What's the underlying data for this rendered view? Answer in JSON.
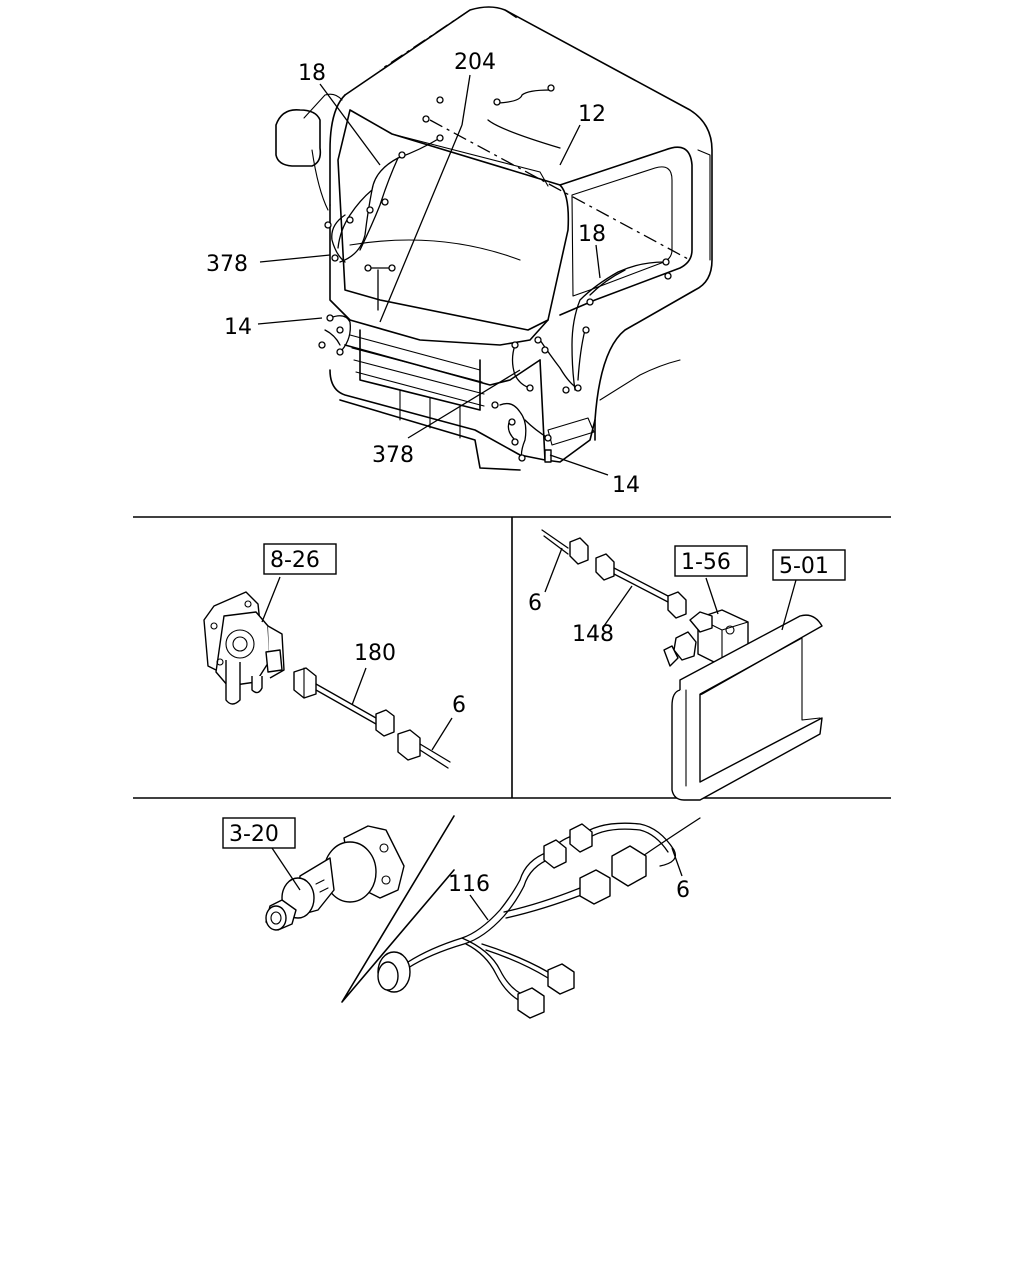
{
  "callouts": {
    "c18a": "18",
    "c204": "204",
    "c12": "12",
    "c18b": "18",
    "c378a": "378",
    "c14a": "14",
    "c378b": "378",
    "c14b": "14",
    "c180": "180",
    "c6a": "6",
    "c6b": "6",
    "c148": "148",
    "c116": "116",
    "c6c": "6"
  },
  "references": {
    "r826": "8-26",
    "r156": "1-56",
    "r501": "5-01",
    "r320": "3-20"
  }
}
